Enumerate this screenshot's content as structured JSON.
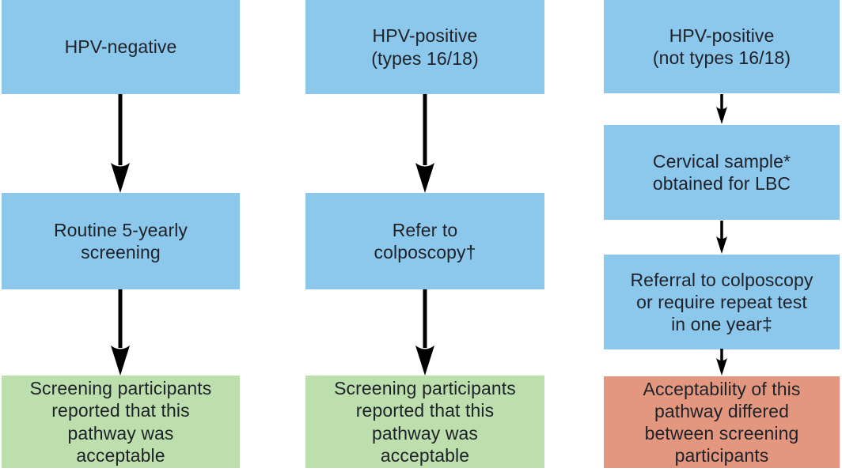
{
  "colors": {
    "box_blue": "#8cc7ec",
    "box_green": "#bddfae",
    "box_salmon": "#e3977f",
    "text": "#1f2228",
    "arrow": "#000000",
    "background": "#ffffff"
  },
  "flowchart": {
    "description": "HPV cervical screening triage pathways flowchart",
    "columns": [
      {
        "name": "HPV-negative pathway",
        "boxes": [
          {
            "text": "HPV-negative",
            "color": "blue"
          },
          {
            "text": "Routine 5-yearly\nscreening",
            "color": "blue"
          },
          {
            "text": "Screening participants\nreported that this\npathway was\nacceptable",
            "color": "green"
          }
        ]
      },
      {
        "name": "HPV-positive types 16/18 pathway",
        "boxes": [
          {
            "text": "HPV-positive\n(types 16/18)",
            "color": "blue"
          },
          {
            "text": "Refer to\ncolposcopy†",
            "color": "blue"
          },
          {
            "text": "Screening participants\nreported that this\npathway was\nacceptable",
            "color": "green"
          }
        ]
      },
      {
        "name": "HPV-positive not types 16/18 pathway",
        "boxes": [
          {
            "text": "HPV-positive\n(not types 16/18)",
            "color": "blue"
          },
          {
            "text": "Cervical sample*\nobtained for LBC",
            "color": "blue"
          },
          {
            "text": "Referral to colposcopy\nor require repeat test\nin one year‡",
            "color": "blue"
          },
          {
            "text": "Acceptability of this\npathway differed\nbetween screening\nparticipants",
            "color": "salmon"
          }
        ]
      }
    ]
  }
}
